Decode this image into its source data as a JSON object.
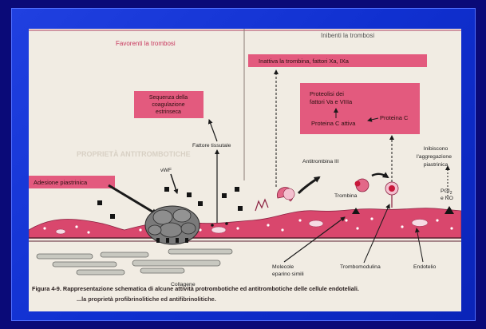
{
  "colors": {
    "background": "#0a0a78",
    "slide": "#1838d8",
    "page": "#f1ece3",
    "pink_box": "#e35a7e",
    "header_pink": "#d13a66",
    "cell": "#d9476d",
    "text": "#2a2020"
  },
  "headers": {
    "favoring": "Favorenti la trombosi",
    "inhibiting": "Inibenti la trombosi"
  },
  "boxes": {
    "extrinsic": [
      "Sequenza della",
      "coagulazione",
      "estrinseca"
    ],
    "adhesion": "Adesione piastrinica",
    "inactivates": "Inattiva la trombina, fattori Xa, IXa",
    "proteolysis": [
      "Proteolisi dei",
      "fattori Va e VIIIa"
    ],
    "protein_c_active": "Proteina C attiva",
    "protein_c": "Proteina C"
  },
  "labels": {
    "tissue_factor": "Fattore tissutale",
    "vwf": "vWF",
    "antithrombin": "Antitrombina III",
    "thrombin": "Trombina",
    "inhibit": [
      "Inibiscono",
      "l'aggregazione",
      "piastrinica"
    ],
    "pgi": "PGI",
    "pgi_sub": "2",
    "no": "e NO",
    "collagen": "Collagene",
    "heparin": [
      "Molecole",
      "eparino simili"
    ],
    "thrombomodulin": "Trombomodulina",
    "endothelium": "Endotelio"
  },
  "faint_text": "PROPRIETÀ ANTITROMBOTICHE",
  "caption": "Figura 4-9. Rappresentazione schematica di alcune attività protrombotiche ed antitrombotiche delle cellule endoteliali.",
  "caption_line2": "...la proprietà profibrinolitiche ed antifibrinolitiche."
}
